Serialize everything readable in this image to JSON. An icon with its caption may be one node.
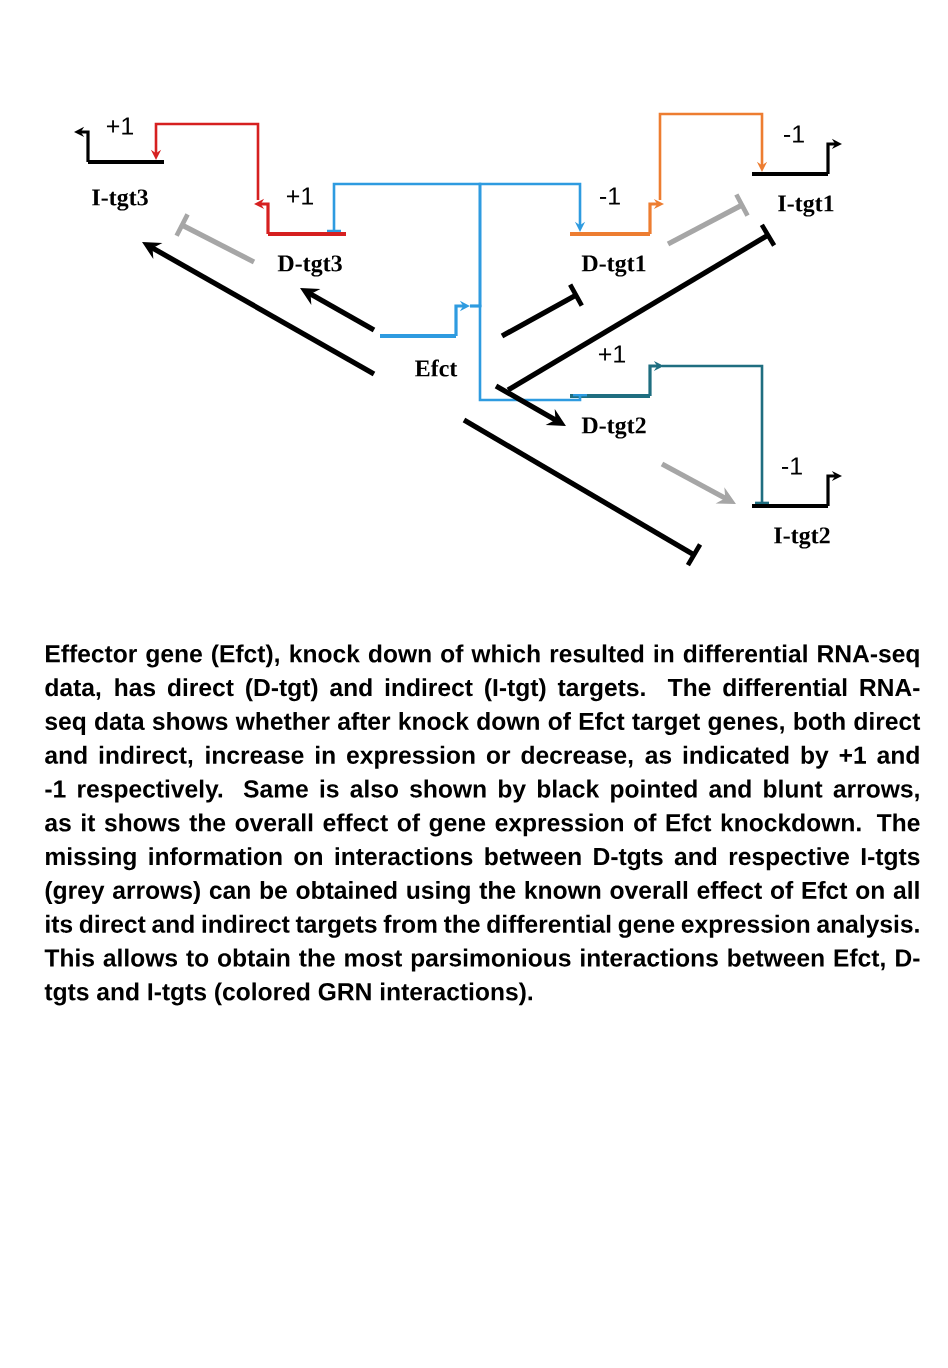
{
  "diagram": {
    "caption": "Effector gene (Efct), knock down of which resulted in differential RNA-seq data, has direct (D-tgt) and indirect (I-tgt) targets. The differential RNA-seq data shows whether after knock down of Efct target genes, both direct and indirect, increase in expression or decrease, as indicated by +1 and -1 respectively. Same is also shown by black pointed and blunt arrows, as it shows the overall effect of gene expression of Efct knockdown. The missing information on interactions between D-tgts and respective I-tgts (grey arrows) can be obtained using the known overall effect of Efct on all its direct and indirect targets from the differential gene expression analysis. This allows to obtain the most parsimonious interactions between Efct, D-tgts and I-tgts (colored GRN interactions).",
    "nodes": [
      {
        "text": [
          "I-tgt3"
        ],
        "beside": [
          "+1"
        ]
      },
      {
        "text": [
          "D-tgt3"
        ],
        "beside": [
          "+1"
        ]
      },
      {
        "text": [
          "D-tgt1"
        ],
        "beside": [
          "-1"
        ]
      },
      {
        "text": [
          "I-tgt1"
        ],
        "beside": [
          "-1"
        ]
      },
      {
        "text": [
          "Efct"
        ]
      },
      {
        "text": [
          "D-tgt2"
        ],
        "beside": [
          "+1"
        ]
      },
      {
        "text": [
          "I-tgt2"
        ],
        "beside": [
          "-1"
        ]
      }
    ],
    "edges": [
      {
        "from": 4,
        "to": 1,
        "arrow": "other",
        "color": "#2e9be0"
      },
      {
        "from": 4,
        "to": 2,
        "arrow": "to",
        "color": "#2e9be0"
      },
      {
        "from": 4,
        "to": 5,
        "arrow": "other",
        "color": "#2e9be0"
      },
      {
        "from": 1,
        "to": 0,
        "arrow": "to",
        "color": "#d62020"
      },
      {
        "from": 2,
        "to": 3,
        "arrow": "to",
        "color": "#ed7d31"
      },
      {
        "from": 5,
        "to": 6,
        "arrow": "other",
        "color": "#1f6e80"
      },
      {
        "from": 4,
        "to": 1,
        "arrow": "to"
      },
      {
        "from": 4,
        "to": 0,
        "arrow": "to"
      },
      {
        "from": 4,
        "to": 2,
        "arrow": "other"
      },
      {
        "from": 4,
        "to": 3,
        "arrow": "other"
      },
      {
        "from": 4,
        "to": 5,
        "arrow": "to"
      },
      {
        "from": 4,
        "to": 6,
        "arrow": "other"
      },
      {
        "from": 1,
        "to": 0,
        "arrow": "other",
        "color": "#a6a6a6"
      },
      {
        "from": 2,
        "to": 3,
        "arrow": "other",
        "color": "#a6a6a6"
      },
      {
        "from": 5,
        "to": 6,
        "arrow": "to",
        "color": "#a6a6a6"
      }
    ]
  }
}
